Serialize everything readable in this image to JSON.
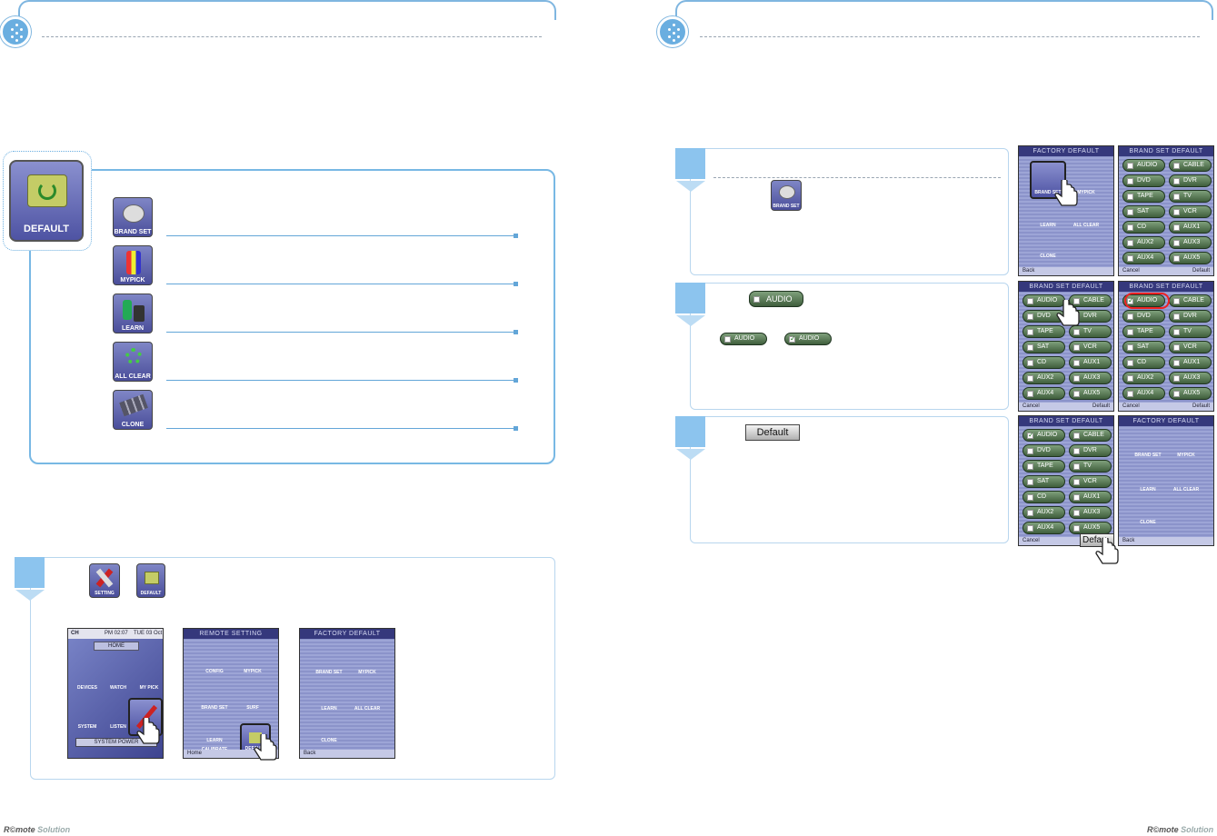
{
  "left_page": {
    "default_icon_label": "DEFAULT",
    "menu_items": [
      {
        "label": "BRAND SET",
        "icon": "brand-set-icon"
      },
      {
        "label": "MYPICK",
        "icon": "mypick-icon"
      },
      {
        "label": "LEARN",
        "icon": "learn-icon"
      },
      {
        "label": "ALL CLEAR",
        "icon": "all-clear-icon"
      },
      {
        "label": "CLONE",
        "icon": "clone-icon"
      }
    ],
    "step1": {
      "icon1_label": "SETTING",
      "icon2_label": "DEFAULT",
      "home_screen": {
        "status": "CH",
        "time": "PM 02:07",
        "date": "TUE 03 Oct",
        "tab": "HOME",
        "icons": [
          "DEVICES",
          "WATCH",
          "MY PICK",
          "SYSTEM",
          "LISTEN"
        ],
        "bottom_button": "SYSTEM POWER"
      },
      "remote_setting_screen": {
        "title": "REMOTE SETTING",
        "icons": [
          "CONFIG",
          "MYPICK",
          "BRAND SET",
          "SURF",
          "LEARN",
          "CALIBRATE",
          "DEFAULT"
        ],
        "footer": "Home"
      },
      "factory_default_screen": {
        "title": "FACTORY DEFAULT",
        "icons": [
          "BRAND SET",
          "MYPICK",
          "LEARN",
          "ALL CLEAR",
          "CLONE"
        ],
        "footer": "Back"
      }
    }
  },
  "right_page": {
    "step1": {
      "inline_icon_label": "BRAND SET",
      "screen_a": {
        "title": "FACTORY DEFAULT",
        "icons": [
          "BRAND SET",
          "MYPICK",
          "LEARN",
          "ALL CLEAR",
          "CLONE"
        ],
        "footer_left": "Back"
      },
      "screen_b": {
        "title": "BRAND SET DEFAULT",
        "footer_left": "Cancel",
        "footer_right": "Default"
      }
    },
    "step2": {
      "inline_pill": "AUDIO",
      "pill_unchecked": "AUDIO",
      "pill_checked": "AUDIO",
      "screen_a": {
        "title": "BRAND SET DEFAULT",
        "footer_left": "Cancel",
        "footer_right": "Default"
      },
      "screen_b": {
        "title": "BRAND SET DEFAULT",
        "footer_left": "Cancel",
        "footer_right": "Default"
      }
    },
    "step3": {
      "inline_button": "Default",
      "screen_a": {
        "title": "BRAND SET DEFAULT",
        "footer_left": "Cancel",
        "pressed_button": "Defau"
      },
      "screen_b": {
        "title": "FACTORY DEFAULT",
        "icons": [
          "BRAND SET",
          "MYPICK",
          "LEARN",
          "ALL CLEAR",
          "CLONE"
        ],
        "footer_left": "Back"
      }
    },
    "brand_buttons": [
      [
        "AUDIO",
        "CABLE"
      ],
      [
        "DVD",
        "DVR"
      ],
      [
        "TAPE",
        "TV"
      ],
      [
        "SAT",
        "VCR"
      ],
      [
        "CD",
        "AUX1"
      ],
      [
        "AUX2",
        "AUX3"
      ],
      [
        "AUX4",
        "AUX5"
      ]
    ]
  },
  "footer": {
    "brand_part1": "R",
    "brand_part2": "mote",
    "brand_part3": "Solution"
  }
}
